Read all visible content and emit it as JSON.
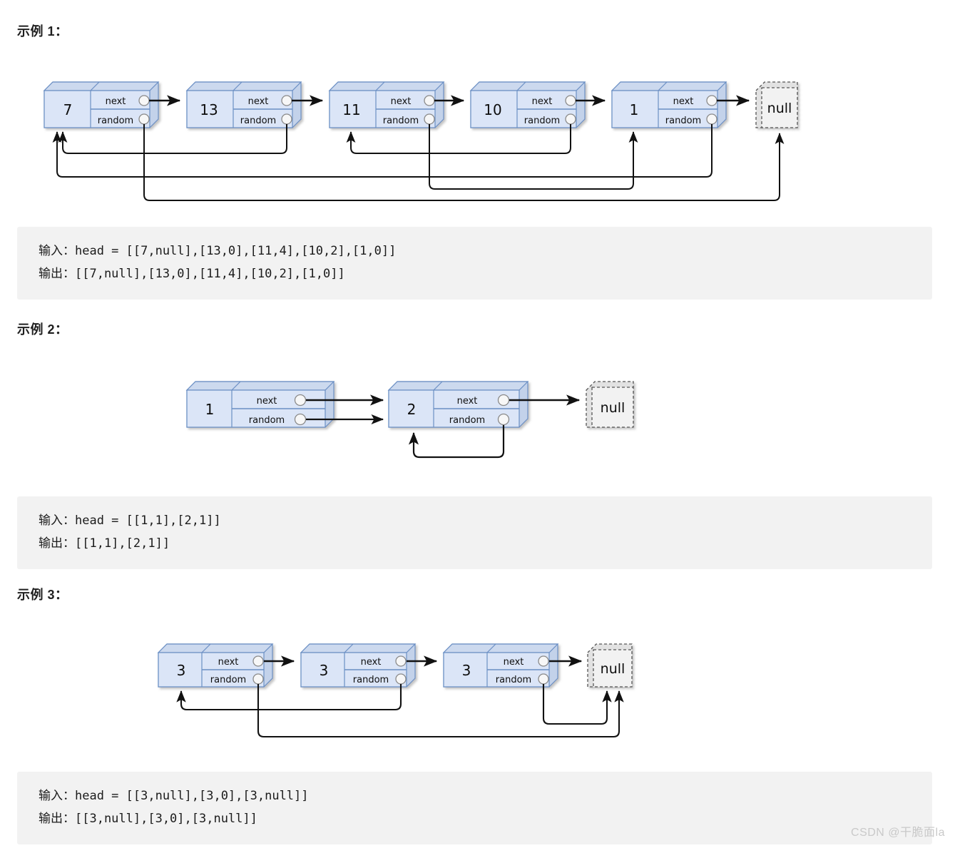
{
  "page": {
    "watermark": "CSDN @干脆面la",
    "colors": {
      "node_front": "#dbe5f7",
      "node_top": "#ccd9ee",
      "node_side": "#c3d2ea",
      "node_stroke": "#6b8fc4",
      "null_front": "#f2f2f2",
      "null_top": "#e2e2e2",
      "null_stroke": "#555555",
      "arrow": "#111111",
      "code_bg": "#f2f2f2",
      "watermark_color": "#c9c9c9"
    },
    "labels": {
      "next": "next",
      "random": "random",
      "null": "null"
    }
  },
  "examples": [
    {
      "title": "示例 1：",
      "diagram": {
        "nodes": [
          {
            "value": "7",
            "next": "13",
            "random": "null"
          },
          {
            "value": "13",
            "next": "11",
            "random": "7"
          },
          {
            "value": "11",
            "next": "10",
            "random": "1"
          },
          {
            "value": "10",
            "next": "1",
            "random": "11"
          },
          {
            "value": "1",
            "next": "null",
            "random": "7"
          }
        ],
        "terminator": "null"
      },
      "code": {
        "input": "输入：head = [[7,null],[13,0],[11,4],[10,2],[1,0]]",
        "output": "输出：[[7,null],[13,0],[11,4],[10,2],[1,0]]"
      }
    },
    {
      "title": "示例 2：",
      "diagram": {
        "nodes": [
          {
            "value": "1",
            "next": "2",
            "random": "2"
          },
          {
            "value": "2",
            "next": "null",
            "random": "2"
          }
        ],
        "terminator": "null"
      },
      "code": {
        "input": "输入：head = [[1,1],[2,1]]",
        "output": "输出：[[1,1],[2,1]]"
      }
    },
    {
      "title": "示例 3：",
      "diagram": {
        "nodes": [
          {
            "value": "3",
            "next": "3",
            "random": "null"
          },
          {
            "value": "3",
            "next": "3",
            "random": "3"
          },
          {
            "value": "3",
            "next": "null",
            "random": "null"
          }
        ],
        "terminator": "null"
      },
      "code": {
        "input": "输入：head = [[3,null],[3,0],[3,null]]",
        "output": "输出：[[3,null],[3,0],[3,null]]"
      }
    }
  ]
}
